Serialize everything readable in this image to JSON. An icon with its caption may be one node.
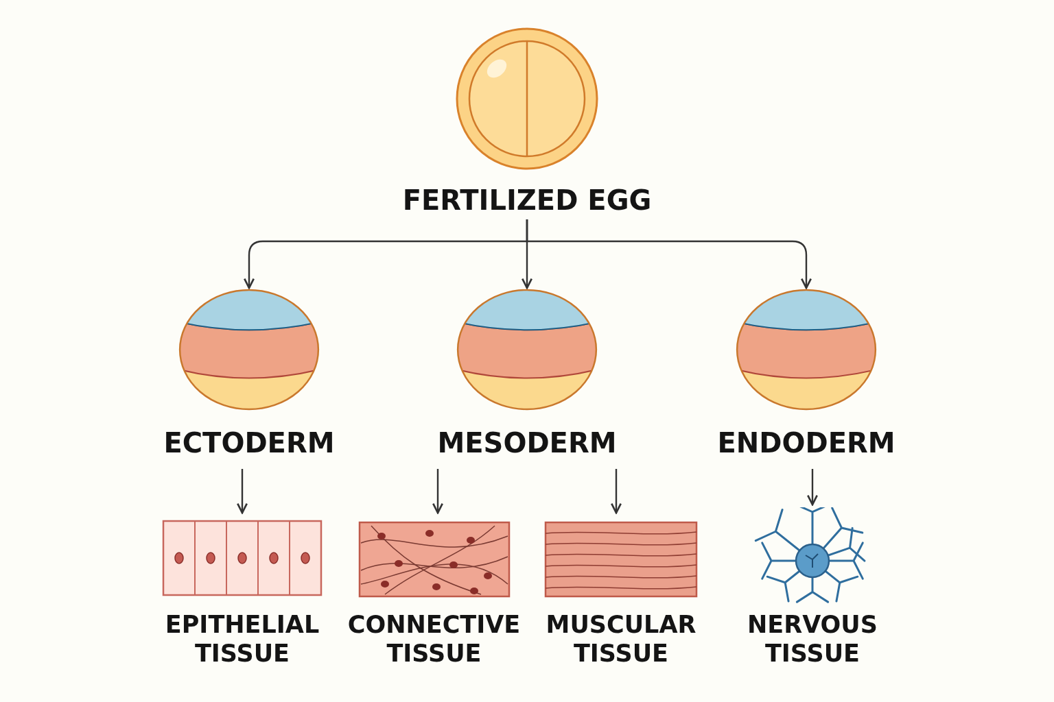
{
  "diagram": {
    "nodes": [
      {
        "text": [
          "FERTILIZED EGG"
        ]
      },
      {
        "text": [
          "ECTODERM"
        ]
      },
      {
        "text": [
          "MESODERM"
        ]
      },
      {
        "text": [
          "ENDODERM"
        ]
      },
      {
        "text": [
          "EPITHELIAL TISSUE"
        ]
      },
      {
        "text": [
          "CONNECTIVE TISSUE"
        ]
      },
      {
        "text": [
          "MUSCULAR TISSUE"
        ]
      },
      {
        "text": [
          "NERVOUS TISSUE"
        ]
      }
    ],
    "edges": [
      {
        "from": 0,
        "to": 1,
        "arrow": "to"
      },
      {
        "from": 0,
        "to": 2,
        "arrow": "to"
      },
      {
        "from": 0,
        "to": 3,
        "arrow": "to"
      },
      {
        "from": 1,
        "to": 4,
        "arrow": "to"
      },
      {
        "from": 2,
        "to": 5,
        "arrow": "to"
      },
      {
        "from": 2,
        "to": 6,
        "arrow": "to"
      },
      {
        "from": 3,
        "to": 7,
        "arrow": "to"
      }
    ]
  }
}
